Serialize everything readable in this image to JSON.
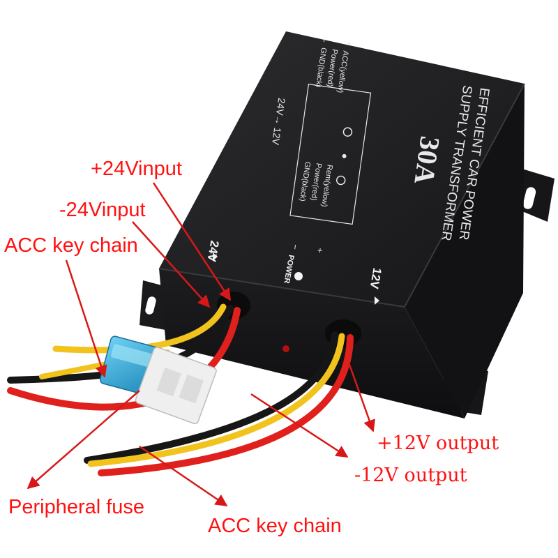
{
  "device": {
    "title_line1": "EFFICIENT CAR POWER",
    "title_line2": "SUPPLY TRANSFORMER",
    "rating": "30A",
    "conversion": "24V→ 12V",
    "input_wiring": [
      "ACC(yellow)",
      "Power(red)",
      "GND(black)"
    ],
    "output_wiring": [
      "Rem(yellow)",
      "Power(red)",
      "GND(black)"
    ],
    "input_polarity": [
      "+",
      "−"
    ],
    "output_polarity": [
      "+",
      "−"
    ],
    "input_port_label": "24V",
    "output_port_label": "12V",
    "power_indicator_label": "POWER"
  },
  "callouts": {
    "plus_24v_input": "+24Vinput",
    "minus_24v_input": "-24Vinput",
    "acc_key_chain_left": "ACC key chain",
    "plus_12v_output": "+12V output",
    "minus_12v_output": "-12V output",
    "peripheral_fuse": "Peripheral fuse",
    "acc_key_chain_bottom": "ACC key chain"
  },
  "colors": {
    "callout_red": "#ff1111",
    "case_black": "#1b1b1d",
    "fuse_blue": "#2aa7d6",
    "wire_red": "#e0201c",
    "wire_yellow": "#f2c21d",
    "wire_black": "#161616"
  }
}
